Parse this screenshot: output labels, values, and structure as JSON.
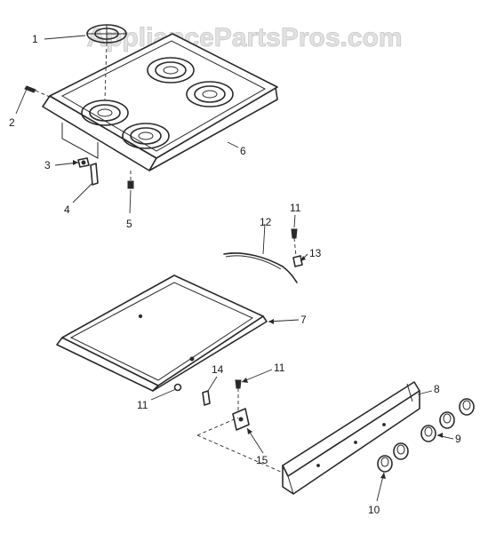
{
  "watermark": "AppliancePartsPros.com",
  "callouts": {
    "c1": "1",
    "c2": "2",
    "c3": "3",
    "c4": "4",
    "c5": "5",
    "c6": "6",
    "c7": "7",
    "c8": "8",
    "c9": "9",
    "c10": "10",
    "c11a": "11",
    "c11b": "11",
    "c11c": "11",
    "c12": "12",
    "c13": "13",
    "c14": "14",
    "c15": "15"
  },
  "colors": {
    "line": "#2a2a2a",
    "background": "#ffffff",
    "watermark": "#e2e2e2"
  }
}
